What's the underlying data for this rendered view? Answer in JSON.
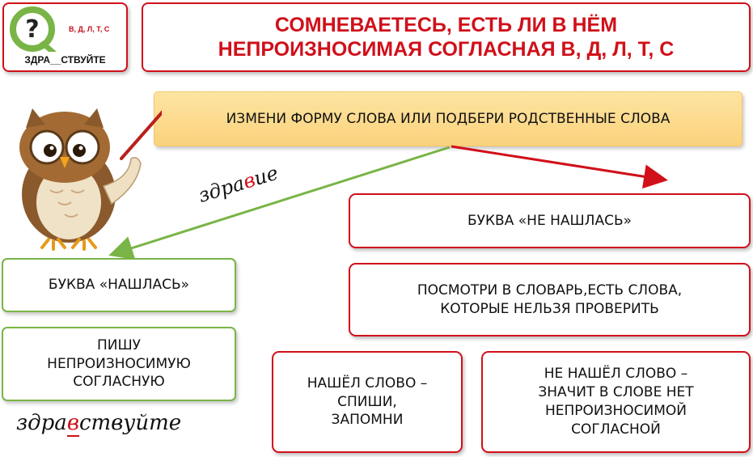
{
  "logo": {
    "letters": "В, Д, Л, Т, С",
    "word": "ЗДРА__СТВУЙТЕ"
  },
  "title": "СОМНЕВАЕТЕСЬ, ЕСТЬ ЛИ В НЁМ\nНЕПРОИЗНОСИМАЯ СОГЛАСНАЯ  В, Д, Л, Т, С",
  "rule": "ИЗМЕНИ ФОРМУ СЛОВА ИЛИ ПОДБЕРИ РОДСТВЕННЫЕ СЛОВА",
  "examples": {
    "check_word": {
      "before": "здра",
      "letter": "в",
      "after": "ие"
    },
    "target_word": {
      "before": "здра",
      "letter": "в",
      "after": "ствуйте"
    }
  },
  "found": {
    "label": "БУКВА «НАШЛАСЬ»",
    "action": "ПИШУ\nНЕПРОИЗНОСИМУЮ\nСОГЛАСНУЮ"
  },
  "not_found": {
    "label": "БУКВА «НЕ НАШЛАСЬ»",
    "dictionary": "ПОСМОТРИ В СЛОВАРЬ,ЕСТЬ СЛОВА,\nКОТОРЫЕ НЕЛЬЗЯ ПРОВЕРИТЬ",
    "found_word": "НАШЁЛ СЛОВО –\nСПИШИ,\nЗАПОМНИ",
    "not_found_word": "НЕ НАШЁЛ СЛОВО –\nЗНАЧИТ В СЛОВЕ НЕТ\nНЕПРОИЗНОСИМОЙ\nСОГЛАСНОЙ"
  },
  "colors": {
    "accent_red": "#d0101a",
    "accent_green": "#79b446",
    "rule_fill": "#fbd27c"
  },
  "icons": [
    "question-logo-icon",
    "owl-teacher-icon",
    "pointer-stick-icon"
  ]
}
